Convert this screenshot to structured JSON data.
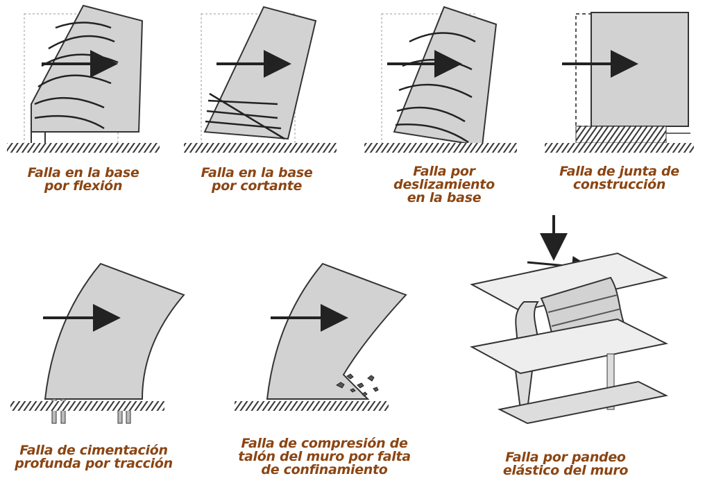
{
  "accent_color": "#8b4513",
  "failure_modes": [
    {
      "id": "flexion",
      "lines": [
        "Falla en la base",
        "por flexión"
      ]
    },
    {
      "id": "cortante",
      "lines": [
        "Falla en la base",
        "por cortante"
      ]
    },
    {
      "id": "deslizamiento",
      "lines": [
        "Falla por",
        "deslizamiento",
        "en la base"
      ]
    },
    {
      "id": "junta",
      "lines": [
        "Falla de junta de",
        "construcción"
      ]
    },
    {
      "id": "cimentacion",
      "lines": [
        "Falla de cimentación",
        "profunda por tracción"
      ]
    },
    {
      "id": "compresion",
      "lines": [
        "Falla de compresión de",
        "talón del muro por falta",
        "de confinamiento"
      ]
    },
    {
      "id": "pandeo",
      "lines": [
        "Falla por pandeo",
        "elástico del muro"
      ]
    }
  ]
}
